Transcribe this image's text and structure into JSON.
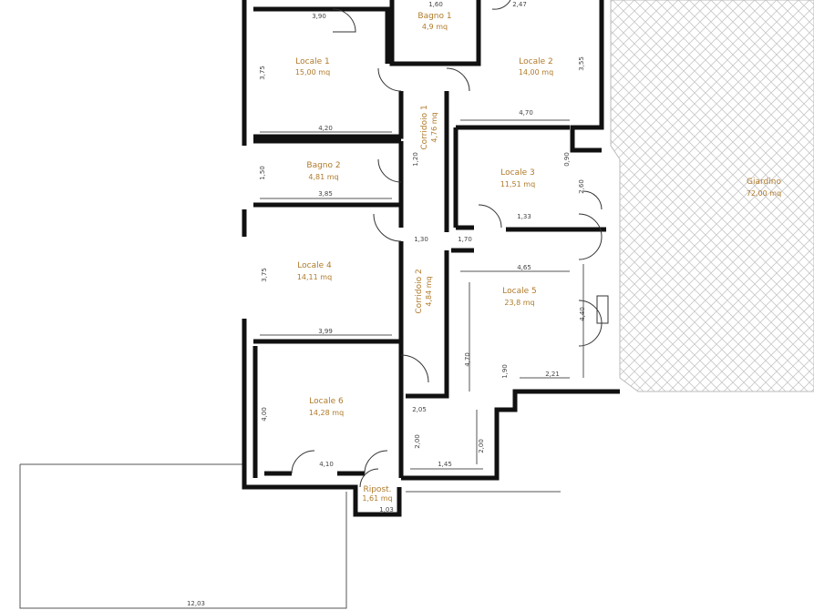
{
  "rooms": {
    "locale1": {
      "name": "Locale 1",
      "area": "15,00 mq"
    },
    "bagno1": {
      "name": "Bagno 1",
      "area": "4,9 mq"
    },
    "locale2": {
      "name": "Locale 2",
      "area": "14,00 mq"
    },
    "bagno2": {
      "name": "Bagno 2",
      "area": "4,81 mq"
    },
    "corridoio1": {
      "name": "Corridoio 1",
      "area": "4,76 mq"
    },
    "locale3": {
      "name": "Locale 3",
      "area": "11,51 mq"
    },
    "locale4": {
      "name": "Locale 4",
      "area": "14,11 mq"
    },
    "corridoio2": {
      "name": "Corridoio 2",
      "area": "4,84 mq"
    },
    "locale5": {
      "name": "Locale 5",
      "area": "23,8 mq"
    },
    "locale6": {
      "name": "Locale 6",
      "area": "14,28 mq"
    },
    "ripostiglio": {
      "name": "Ripost.",
      "area": "1,61 mq"
    },
    "giardino": {
      "name": "Giardino",
      "area": "72,00 mq"
    }
  },
  "dims": {
    "l1_top": "3,90",
    "l1_side": "3,75",
    "l1_bottom": "4,20",
    "b1_top": "1,60",
    "l2_top": "2,47",
    "l2_side": "3,55",
    "l2_bottom": "4,70",
    "b2_side": "1,50",
    "b2_bottom": "3,85",
    "corr1": "1,20",
    "l3_side1": "0,90",
    "l3_side2": "2,60",
    "l3_bottom": "1,33",
    "l4_side": "3,75",
    "l4_bottom": "3,99",
    "l5_top": "4,65",
    "l5_side": "4,70",
    "l5_side2": "4,40",
    "l5_low": "1,90",
    "l5_bottom": "2,21",
    "l6_side": "4,00",
    "l6_bottom": "4,10",
    "c2_a": "1,30",
    "c2_b": "1,70",
    "c2_c": "2,05",
    "c2_d": "2,00",
    "c2_bottom": "1,45",
    "rip": "1,03",
    "garden_bottom": "12,03"
  }
}
